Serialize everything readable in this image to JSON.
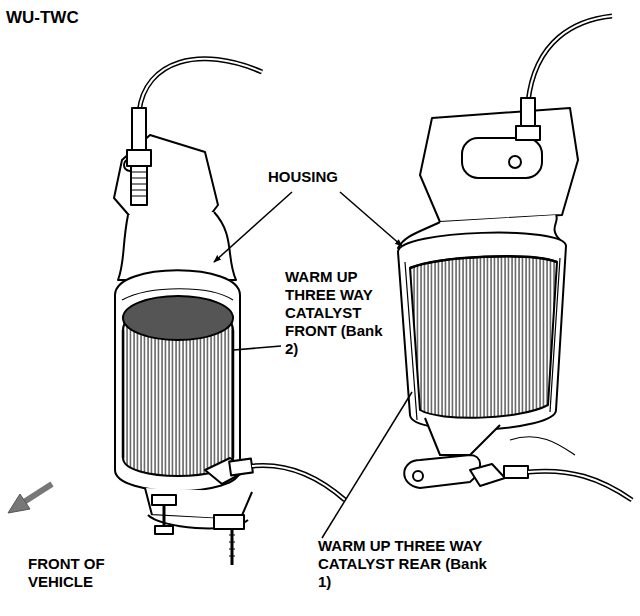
{
  "diagram": {
    "title": "WU-TWC",
    "labels": [
      "HOUSING",
      "WARM UP THREE WAY CATALYST FRONT (Bank 2)",
      "WARM UP THREE WAY CATALYST REAR (Bank 1)",
      "FRONT OF VEHICLE"
    ]
  }
}
